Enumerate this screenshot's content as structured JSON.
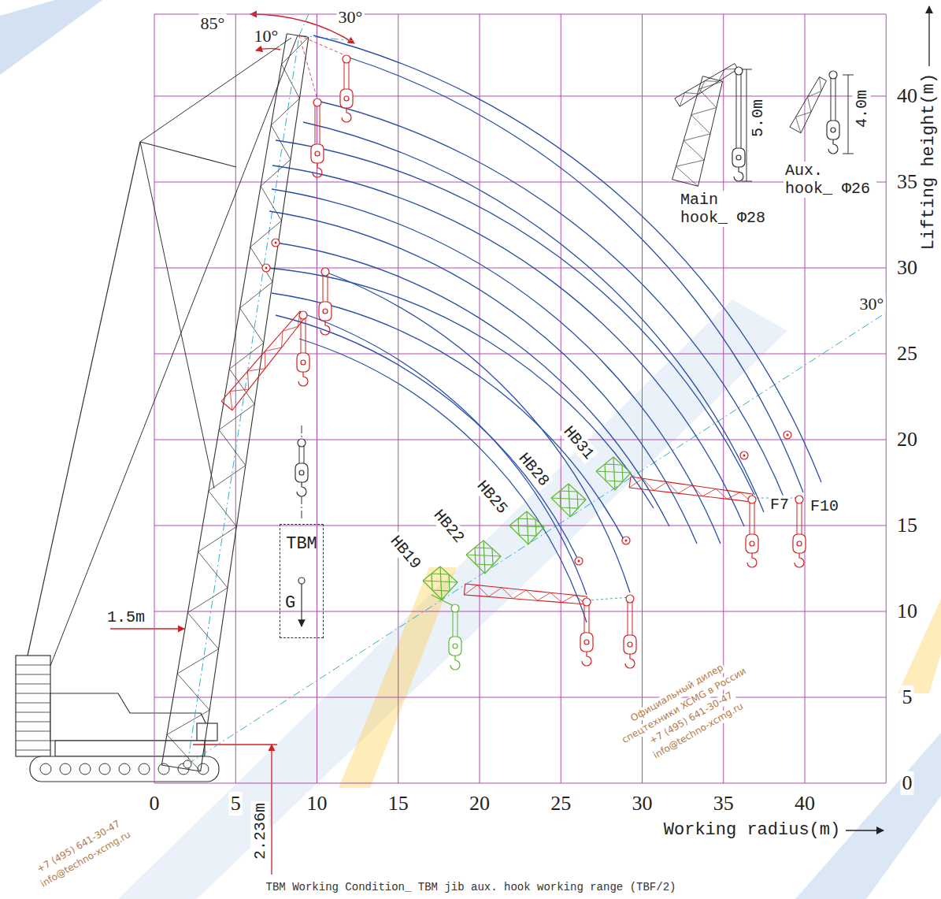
{
  "diagram": {
    "caption": "TBM Working Condition_ TBM jib aux. hook working range (TBF/2)",
    "nodes": [
      {
        "text": [
          "TBM",
          "G"
        ]
      }
    ],
    "labels": [
      "85°",
      "10°",
      "30°",
      "30°",
      "0",
      "5",
      "10",
      "15",
      "20",
      "25",
      "30",
      "35",
      "40",
      "0",
      "5",
      "10",
      "15",
      "20",
      "25",
      "30",
      "35",
      "40",
      "Lifting height(m)",
      "Working radius(m)",
      "Main hook_ Φ28",
      "5.0m",
      "Aux. hook_ Φ26",
      "4.0m",
      "HB19",
      "HB22",
      "HB25",
      "HB28",
      "HB31",
      "F7",
      "F10",
      "1.5m",
      "2.236m",
      "Официальный дилер",
      "спецтехники XCMG в России",
      "+7 (495) 641-30-47",
      "info@techno-xcmg.ru",
      "+7 (495) 641-30-47",
      "info@techno-xcmg.ru"
    ]
  }
}
